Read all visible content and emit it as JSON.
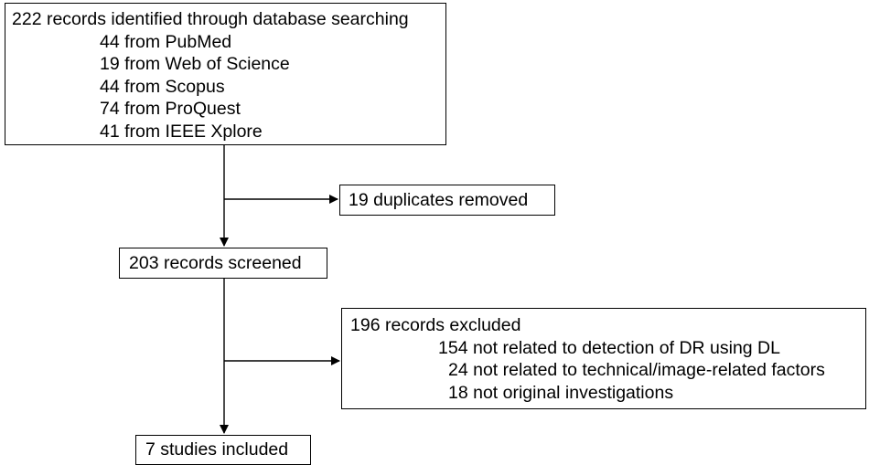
{
  "identification": {
    "title": "222 records identified through database searching",
    "sources": [
      "44 from PubMed",
      "19 from Web of Science",
      "44 from Scopus",
      "74 from ProQuest",
      "41 from IEEE Xplore"
    ]
  },
  "duplicates": {
    "label": "19 duplicates removed"
  },
  "screening": {
    "label": "203 records screened"
  },
  "exclusion": {
    "title": "196 records excluded",
    "reasons": [
      "154 not related to detection of DR using DL",
      "24 not related to technical/image-related factors",
      "18 not original investigations"
    ]
  },
  "inclusion": {
    "label": "7 studies included"
  }
}
